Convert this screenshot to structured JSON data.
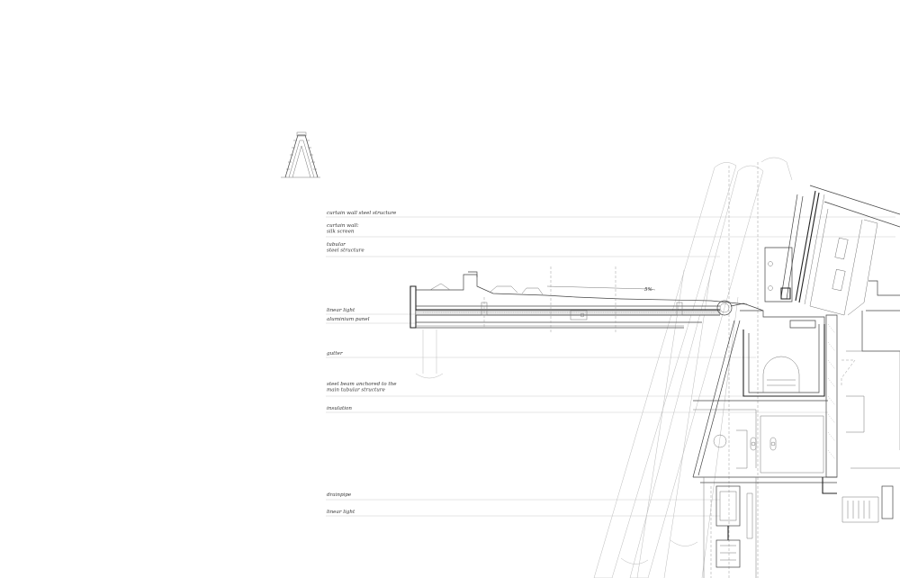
{
  "labels": [
    {
      "id": "curtain-wall-steel-structure",
      "lines": [
        "curtain wall steel structure"
      ]
    },
    {
      "id": "curtain-wall-silk-screen",
      "lines": [
        "curtain wall:",
        "silk screen"
      ]
    },
    {
      "id": "tubular-steel-structure",
      "lines": [
        "tubular",
        "steel structure"
      ]
    },
    {
      "id": "linear-light-top",
      "lines": [
        "linear light"
      ]
    },
    {
      "id": "aluminium-panel",
      "lines": [
        "aluminium panel"
      ]
    },
    {
      "id": "gutter",
      "lines": [
        "gutter"
      ]
    },
    {
      "id": "steel-beam",
      "lines": [
        "steel beam anchored to the",
        "main tubular structure"
      ]
    },
    {
      "id": "insulation",
      "lines": [
        "insulation"
      ]
    },
    {
      "id": "drainpipe",
      "lines": [
        "drainpipe"
      ]
    },
    {
      "id": "linear-light-bottom",
      "lines": [
        "linear light"
      ]
    }
  ],
  "slope_annotation": "5%",
  "colors": {
    "line": "#444444",
    "leader": "#cccccc",
    "text": "#333333",
    "background": "#ffffff"
  },
  "key_icon": "building-section-key-icon"
}
